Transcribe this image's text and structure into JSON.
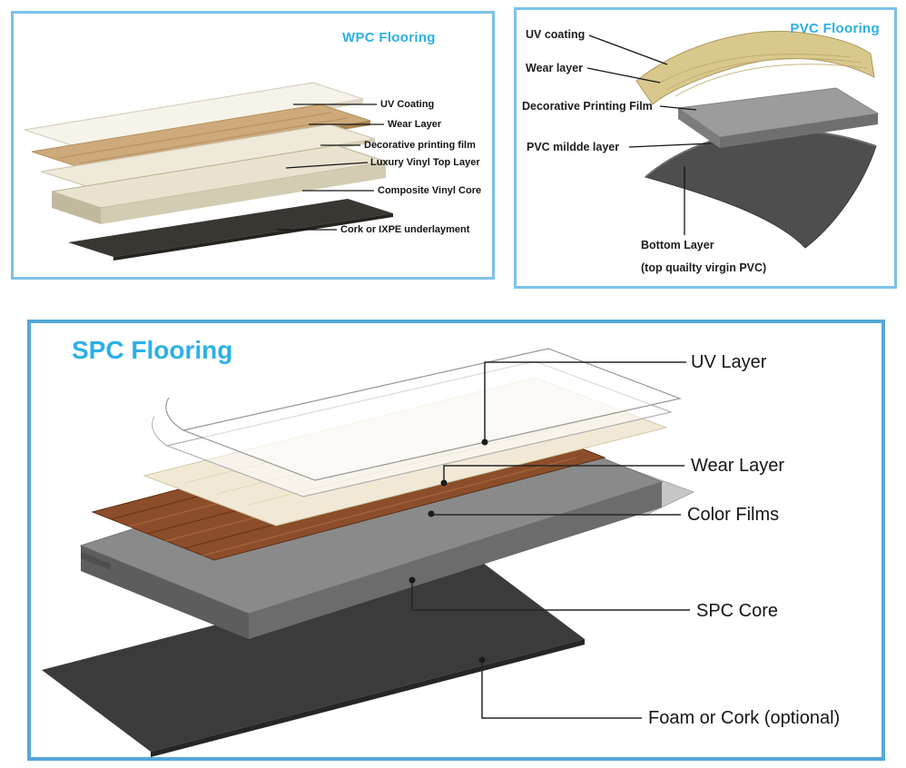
{
  "colors": {
    "accent": "#2bb0e6",
    "panel_border": "#7cc2e8",
    "bottom_panel_border": "#55a7db"
  },
  "wpc": {
    "title": "WPC Flooring",
    "labels": [
      "UV Coating",
      "Wear Layer",
      "Decorative printing film",
      "Luxury Vinyl Top Layer",
      "Composite Vinyl Core",
      "Cork or IXPE underlayment"
    ]
  },
  "pvc": {
    "title": "PVC Flooring",
    "labels": [
      "UV coating",
      "Wear layer",
      "Decorative Printing Film",
      "PVC mildde layer",
      "Bottom Layer",
      "(top quailty virgin PVC)"
    ]
  },
  "spc": {
    "title": "SPC Flooring",
    "labels": [
      "UV Layer",
      "Wear Layer",
      "Color Films",
      "SPC Core",
      "Foam or Cork (optional)"
    ]
  }
}
